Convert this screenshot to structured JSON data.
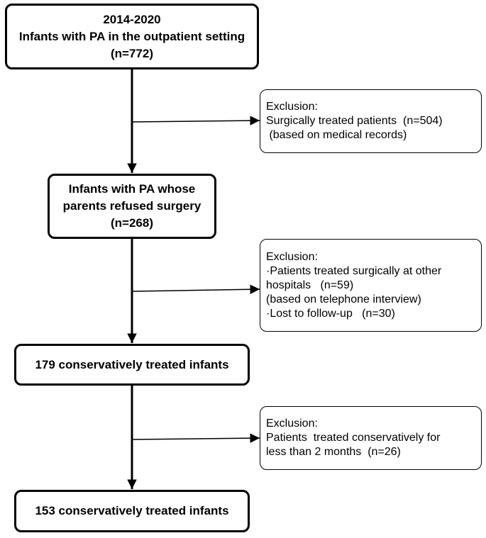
{
  "flowchart": {
    "boxes": [
      {
        "lines": [
          "2014-2020",
          "Infants with PA in the outpatient setting",
          "(n=772)"
        ]
      },
      {
        "lines": [
          "Infants with PA whose",
          "parents refused surgery",
          "(n=268)"
        ]
      },
      {
        "lines": [
          "179 conservatively treated infants"
        ]
      },
      {
        "lines": [
          "153 conservatively treated infants"
        ]
      }
    ],
    "exclusions": [
      {
        "lines": [
          "Exclusion:",
          "Surgically treated patients  (n=504)",
          " (based on medical records)"
        ]
      },
      {
        "lines": [
          "Exclusion:",
          "·Patients treated surgically at other",
          "hospitals   (n=59)",
          "(based on telephone interview)",
          "·Lost to follow-up   (n=30)"
        ]
      },
      {
        "lines": [
          "Exclusion:",
          "Patients  treated conservatively for",
          "less than 2 months  (n=26)"
        ]
      }
    ]
  }
}
